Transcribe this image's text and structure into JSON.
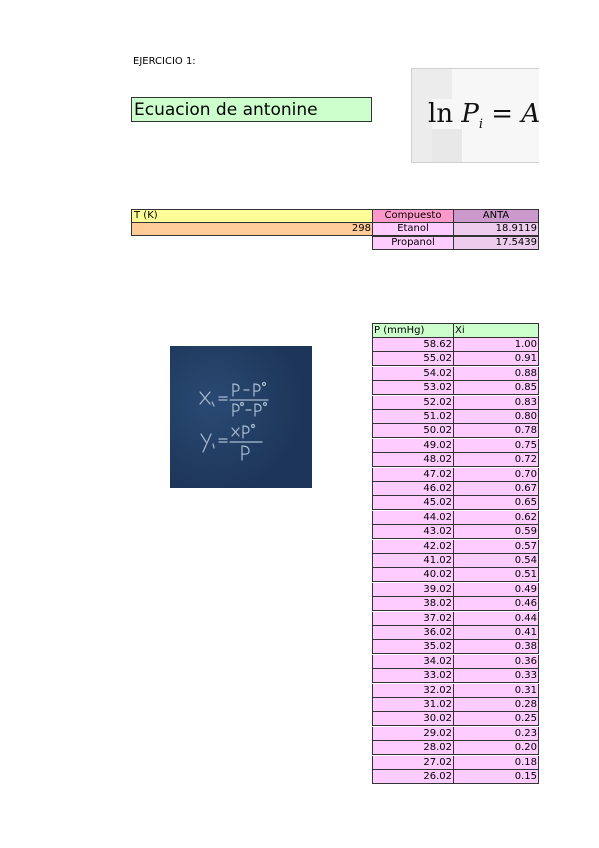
{
  "exercise_label": "EJERCICIO 1:",
  "title": "Ecuacion de antonine",
  "formula_text": "ln P i = A",
  "params": {
    "t_header": "T (K)",
    "t_value": "298",
    "compound_header": "Compuesto",
    "anta_header": "ANTA",
    "rows": [
      {
        "compound": "Etanol",
        "anta": "18.9119"
      },
      {
        "compound": "Propanol",
        "anta": "17.5439"
      }
    ]
  },
  "photo_formulas": [
    "X₁ = (P − P₂°) / (P₁° − P₂°)",
    "y₁ = X₁P₁° / P"
  ],
  "table": {
    "headers": [
      "P (mmHg)",
      "Xi"
    ],
    "rows": [
      [
        "58.62",
        "1.00"
      ],
      [
        "55.02",
        "0.91"
      ],
      [
        "54.02",
        "0.88"
      ],
      [
        "53.02",
        "0.85"
      ],
      [
        "52.02",
        "0.83"
      ],
      [
        "51.02",
        "0.80"
      ],
      [
        "50.02",
        "0.78"
      ],
      [
        "49.02",
        "0.75"
      ],
      [
        "48.02",
        "0.72"
      ],
      [
        "47.02",
        "0.70"
      ],
      [
        "46.02",
        "0.67"
      ],
      [
        "45.02",
        "0.65"
      ],
      [
        "44.02",
        "0.62"
      ],
      [
        "43.02",
        "0.59"
      ],
      [
        "42.02",
        "0.57"
      ],
      [
        "41.02",
        "0.54"
      ],
      [
        "40.02",
        "0.51"
      ],
      [
        "39.02",
        "0.49"
      ],
      [
        "38.02",
        "0.46"
      ],
      [
        "37.02",
        "0.44"
      ],
      [
        "36.02",
        "0.41"
      ],
      [
        "35.02",
        "0.38"
      ],
      [
        "34.02",
        "0.36"
      ],
      [
        "33.02",
        "0.33"
      ],
      [
        "32.02",
        "0.31"
      ],
      [
        "31.02",
        "0.28"
      ],
      [
        "30.02",
        "0.25"
      ],
      [
        "29.02",
        "0.23"
      ],
      [
        "28.02",
        "0.20"
      ],
      [
        "27.02",
        "0.18"
      ],
      [
        "26.02",
        "0.15"
      ]
    ]
  },
  "colors": {
    "title_bg": "#ccffcc",
    "t_header_bg": "#ffff99",
    "t_value_bg": "#ffcc99",
    "compound_header_bg": "#ff99cc",
    "anta_header_bg": "#cc99cc",
    "compound_cell_bg": "#ffccff",
    "anta_cell_bg": "#eeccee",
    "data_header_bg": "#ccffcc",
    "data_cell_bg": "#ffccff",
    "photo_bg": "#1d3558"
  }
}
